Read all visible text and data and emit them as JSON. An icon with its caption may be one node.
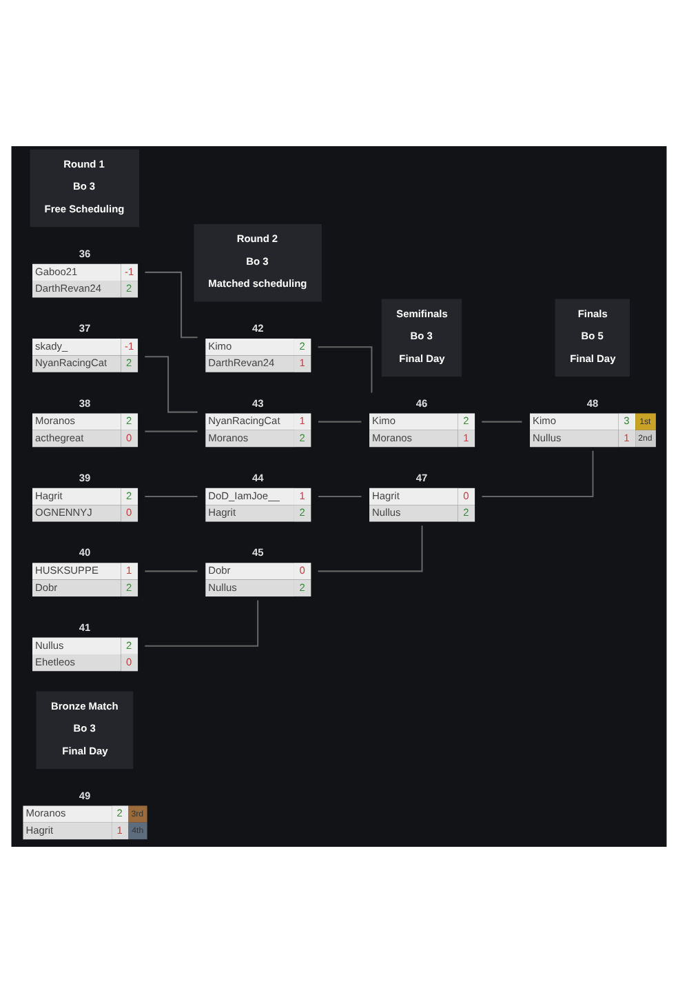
{
  "diagram": {
    "nodes": [
      {
        "text": [
          "Round 1",
          "Bo 3",
          "Free Scheduling"
        ]
      },
      {
        "text": [
          "Round 2",
          "Bo 3",
          "Matched scheduling"
        ]
      },
      {
        "text": [
          "Semifinals",
          "Bo 3",
          "Final Day"
        ]
      },
      {
        "text": [
          "Finals",
          "Bo 5",
          "Final Day"
        ]
      },
      {
        "text": [
          "Gaboo21",
          "-1",
          "DarthRevan24",
          "2"
        ],
        "beside": [
          "36"
        ]
      },
      {
        "text": [
          "skady_",
          "-1",
          "NyanRacingCat",
          "2"
        ],
        "beside": [
          "37"
        ]
      },
      {
        "text": [
          "Moranos",
          "2",
          "acthegreat",
          "0"
        ],
        "beside": [
          "38"
        ]
      },
      {
        "text": [
          "Hagrit",
          "2",
          "OGNENNYJ",
          "0"
        ],
        "beside": [
          "39"
        ]
      },
      {
        "text": [
          "HUSKSUPPE",
          "1",
          "Dobr",
          "2"
        ],
        "beside": [
          "40"
        ]
      },
      {
        "text": [
          "Nullus",
          "2",
          "Ehetleos",
          "0"
        ],
        "beside": [
          "41"
        ]
      },
      {
        "text": [
          "Kimo",
          "2",
          "DarthRevan24",
          "1"
        ],
        "beside": [
          "42"
        ]
      },
      {
        "text": [
          "NyanRacingCat",
          "1",
          "Moranos",
          "2"
        ],
        "beside": [
          "43"
        ]
      },
      {
        "text": [
          "DoD_IamJoe__",
          "1",
          "Hagrit",
          "2"
        ],
        "beside": [
          "44"
        ]
      },
      {
        "text": [
          "Dobr",
          "0",
          "Nullus",
          "2"
        ],
        "beside": [
          "45"
        ]
      },
      {
        "text": [
          "Kimo",
          "2",
          "Moranos",
          "1"
        ],
        "beside": [
          "46"
        ]
      },
      {
        "text": [
          "Hagrit",
          "0",
          "Nullus",
          "2"
        ],
        "beside": [
          "47"
        ]
      },
      {
        "text": [
          "Kimo",
          "3",
          "1st",
          "Nullus",
          "1",
          "2nd"
        ],
        "beside": [
          "48"
        ]
      },
      {
        "text": [
          "Bronze Match",
          "Bo 3",
          "Final Day"
        ]
      },
      {
        "text": [
          "Moranos",
          "2",
          "3rd",
          "Hagrit",
          "1",
          "4th"
        ],
        "beside": [
          "49"
        ]
      }
    ],
    "edges": [
      {
        "from": 4,
        "to": 10,
        "arrow": "none"
      },
      {
        "from": 5,
        "to": 11,
        "arrow": "none"
      },
      {
        "from": 6,
        "to": 11,
        "arrow": "none"
      },
      {
        "from": 7,
        "to": 12,
        "arrow": "none"
      },
      {
        "from": 8,
        "to": 13,
        "arrow": "none"
      },
      {
        "from": 9,
        "to": 13,
        "arrow": "none"
      },
      {
        "from": 10,
        "to": 14,
        "arrow": "none"
      },
      {
        "from": 11,
        "to": 14,
        "arrow": "none"
      },
      {
        "from": 12,
        "to": 15,
        "arrow": "none"
      },
      {
        "from": 13,
        "to": 15,
        "arrow": "none"
      },
      {
        "from": 14,
        "to": 16,
        "arrow": "none"
      },
      {
        "from": 15,
        "to": 16,
        "arrow": "none"
      }
    ]
  }
}
